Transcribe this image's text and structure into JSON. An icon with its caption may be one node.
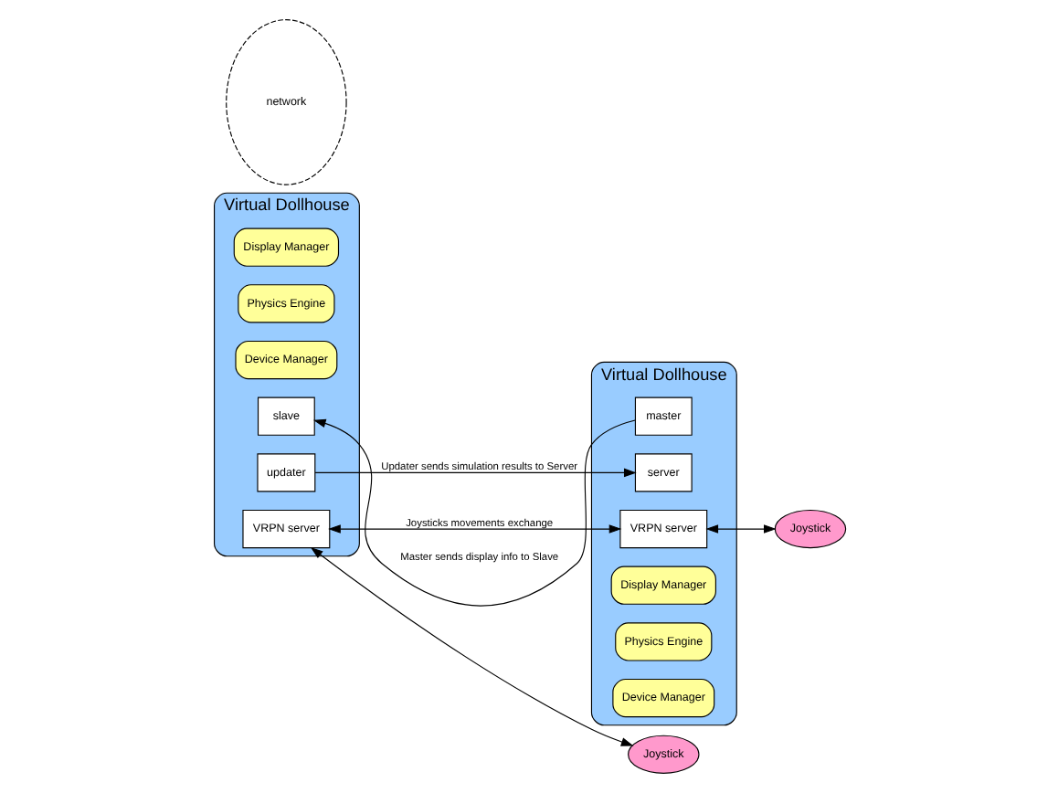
{
  "diagram": {
    "nodes": [
      {
        "text": [
          "Virtual Dollhouse"
        ]
      },
      {
        "text": [
          "Display Manager"
        ],
        "in": 0
      },
      {
        "text": [
          "Physics Engine"
        ],
        "in": 0
      },
      {
        "text": [
          "Device Manager"
        ],
        "in": 0
      },
      {
        "text": [
          "slave"
        ],
        "in": 0
      },
      {
        "text": [
          "updater"
        ],
        "in": 0
      },
      {
        "text": [
          "VRPN server"
        ],
        "in": 0
      },
      {
        "text": [
          "Virtual Dollhouse"
        ]
      },
      {
        "text": [
          "master"
        ],
        "in": 7
      },
      {
        "text": [
          "server"
        ],
        "in": 7
      },
      {
        "text": [
          "VRPN server"
        ],
        "in": 7
      },
      {
        "text": [
          "Display Manager"
        ],
        "in": 7
      },
      {
        "text": [
          "Physics Engine"
        ],
        "in": 7
      },
      {
        "text": [
          "Device Manager"
        ],
        "in": 7
      },
      {
        "text": [
          "network"
        ]
      },
      {
        "text": [
          "Joystick"
        ]
      },
      {
        "text": [
          "Joystick"
        ]
      }
    ],
    "edges": [
      {
        "from": 8,
        "to": 4,
        "arrow": "to",
        "label": "Master sends display info to Slave"
      },
      {
        "from": 5,
        "to": 9,
        "arrow": "to",
        "label": "Updater sends simulation results to Server"
      },
      {
        "from": 6,
        "to": 10,
        "arrow": "both",
        "label": "Joysticks movements exchange"
      },
      {
        "from": 6,
        "to": 15,
        "arrow": "both"
      },
      {
        "from": 10,
        "to": 16,
        "arrow": "both"
      }
    ]
  }
}
